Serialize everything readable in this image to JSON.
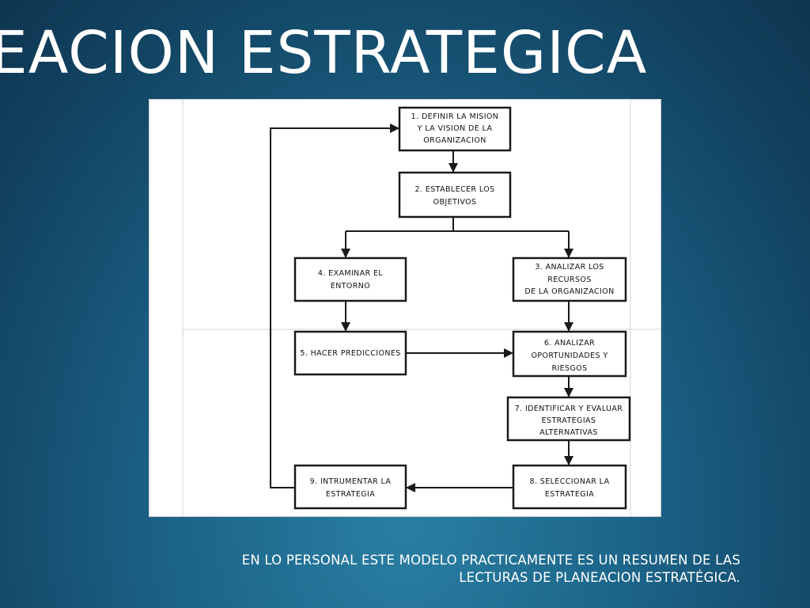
{
  "slide": {
    "title": "EACION ESTRATEGICA",
    "caption_lines": [
      "EN LO PERSONAL ESTE MODELO PRACTICAMENTE ES UN RESUMEN DE LAS",
      "LECTURAS DE PLANEACION ESTRATÉGICA."
    ]
  },
  "diagram": {
    "steps": [
      {
        "id": "s1",
        "lines": [
          "1. DEFINIR LA MISION",
          "Y LA VISION DE LA",
          "ORGANIZACION"
        ]
      },
      {
        "id": "s2",
        "lines": [
          "2. ESTABLECER LOS",
          "OBJETIVOS"
        ]
      },
      {
        "id": "s4",
        "lines": [
          "4. EXAMINAR EL",
          "ENTORNO"
        ]
      },
      {
        "id": "s3",
        "lines": [
          "3. ANALIZAR  LOS",
          "RECURSOS",
          "DE LA ORGANIZACION"
        ]
      },
      {
        "id": "s5",
        "lines": [
          "5. HACER PREDICCIONES"
        ]
      },
      {
        "id": "s6",
        "lines": [
          "6. ANALIZAR",
          "OPORTUNIDADES Y",
          "RIESGOS"
        ]
      },
      {
        "id": "s7",
        "lines": [
          "7. IDENTIFICAR Y EVALUAR",
          "ESTRATEGIAS",
          "ALTERNATIVAS"
        ]
      },
      {
        "id": "s8",
        "lines": [
          "8. SELECCIONAR LA",
          "ESTRATEGIA"
        ]
      },
      {
        "id": "s9",
        "lines": [
          "9. INTRUMENTAR LA",
          "ESTRATEGIA"
        ]
      }
    ],
    "colors": {
      "background_dark": "#0e3550",
      "background_light": "#2a7fa3",
      "text_on_background": "#ffffff",
      "diagram_ink": "#1a1a1a"
    }
  }
}
